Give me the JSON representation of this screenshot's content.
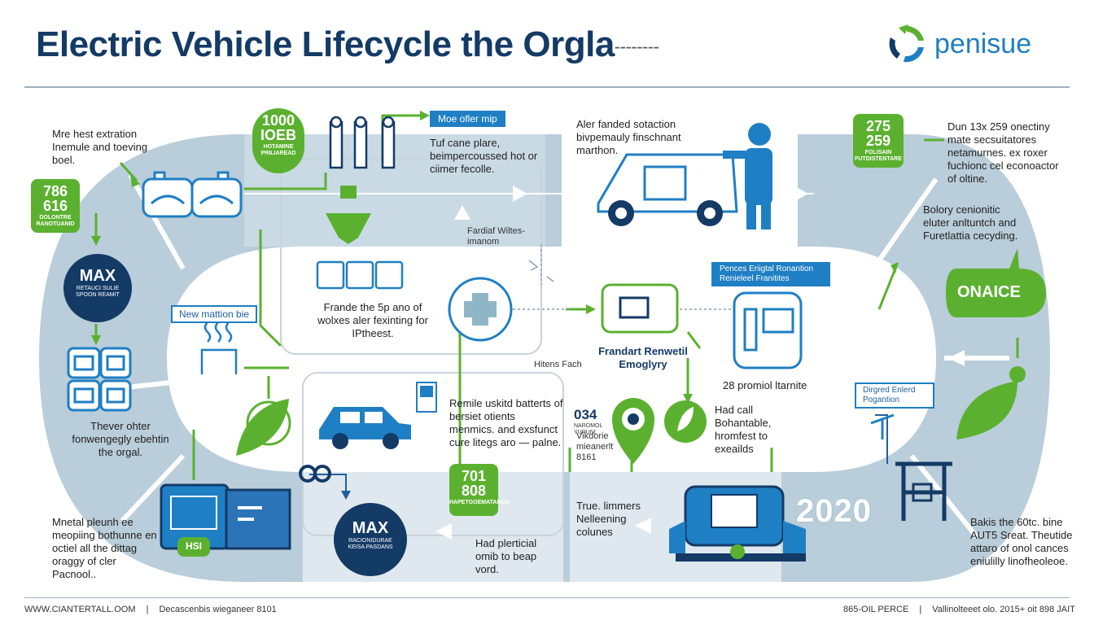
{
  "header": {
    "title": "Electric Vehicle Lifecycle the Orgla",
    "title_dashes": "--------",
    "brand": "penisue"
  },
  "badges": {
    "b1000": {
      "big1": "1000",
      "big2": "IOEB",
      "small": "HOTAMINE PRILIAREAD"
    },
    "b786": {
      "big1": "786",
      "big2": "616",
      "small": "DOLONTRE RANOTUANID"
    },
    "b275": {
      "big1": "275",
      "big2": "259",
      "small": "FOLISAIN FUTDISTENTARE"
    },
    "b701": {
      "big1": "701",
      "big2": "808",
      "small": "HAPETGOEMATANOS"
    },
    "max1": {
      "big": "MAX",
      "small": "RETAUCI SULIE SPOON REAMIT"
    },
    "max2": {
      "big": "MAX",
      "small": "RACIONIDURAE KEISA PASDANS"
    },
    "b034": {
      "big": "034",
      "small": "NAROMOL YURUNI"
    },
    "hsl": "HSI",
    "onaice": "ONAICE",
    "year": "2020"
  },
  "tags": {
    "moe": "Moe ofler mip",
    "new_mattion": "New mattion bie",
    "pences": "Pences Eriigtal Ronantion Renieleel Franitites",
    "dirgred": "Dirgred Enlerd Pogantion"
  },
  "texts": {
    "t1": "Mre hest extration Inemule and toeving boel.",
    "t2": "Tuf cane plare, beimpercoussed hot or ciimer fecolle.",
    "t3": "Aler fanded sotaction bivpemauly finschnant marthon.",
    "t4": "Dun 13x 259 onectiny mate secsuitatores netamurnes. ex roxer fuchionc cel econoactor of oltine.",
    "t5": "Bolory cenionitic eluter anltuntch and Furetlattia cecyding.",
    "t6": "Frande the 5p ano of wolxes aler fexinting for IPtheest.",
    "t7": "Frandart Renwetil Emoglyry",
    "t8": "Hitens Fach",
    "t9": "28 promiol ltarnite",
    "t10": "Thever ohter fonwengegly ebehtin the orgal.",
    "t11": "Remile uskitd batterts of bersiet otients menmics. and exsfunct cure litegs aro — palne.",
    "t12": "Had call Bohantable, hromfest to exeailds",
    "t13": "Mnetal pleunh ee meopiing bothunne en octiel all the dittag oraggy of cler Pacnool..",
    "t14": "Had plerticial omib to beap vord.",
    "t15": "True. limmers Nelleening colunes",
    "t16": "Bakis the 60tc. bine AUT5 Sreat. Theutide attaro of onol cances eniulilly linofheoleoe.",
    "t17": "Fardiaf Wiltes-imanom",
    "t18": "Vikdorie mieanerlt 8161"
  },
  "footer": {
    "left": "WWW.CIANTERTALL.OOM",
    "left2": "Decascenbis wieganeer 8101",
    "right": "865-OIL PERCE",
    "right2": "Vallinolteeet olo. 2015+ oit 898 JAIT",
    "sep": "|"
  },
  "colors": {
    "navy": "#143a66",
    "blue": "#1f7fc4",
    "green": "#5bb12f",
    "track": "#b9cdda"
  }
}
